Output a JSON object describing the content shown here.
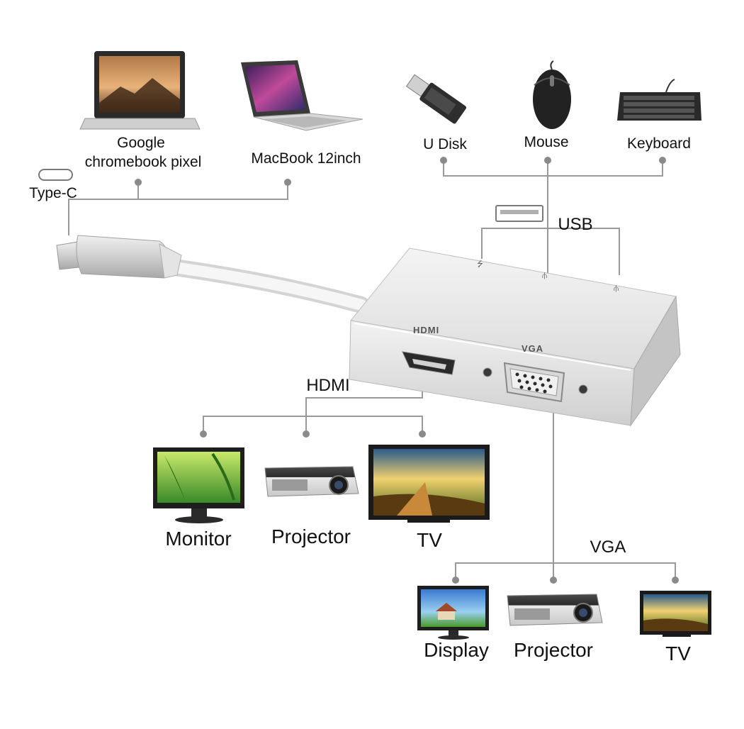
{
  "labels": {
    "typec": "Type-C",
    "chromebook_line1": "Google",
    "chromebook_line2": "chromebook pixel",
    "macbook": "MacBook 12inch",
    "udisk": "U Disk",
    "mouse": "Mouse",
    "keyboard": "Keyboard",
    "usb": "USB",
    "hdmi": "HDMI",
    "vga": "VGA",
    "hdmi_outputs": [
      "Monitor",
      "Projector",
      "TV"
    ],
    "vga_outputs": [
      "Display",
      "Projector",
      "TV"
    ]
  },
  "port_labels": {
    "hdmi": "HDMI",
    "vga": "VGA"
  },
  "icons": {
    "laptop_a": "laptop-icon",
    "laptop_b": "laptop-icon",
    "usb_drive": "usb-drive-icon",
    "mouse": "mouse-icon",
    "keyboard": "keyboard-icon",
    "monitor": "monitor-icon",
    "projector": "projector-icon",
    "tv": "tv-icon",
    "usb_symbol": "usb-symbol-icon"
  },
  "colors": {
    "line": "#9a9a9a",
    "hub_body": "#e6e6e6",
    "hub_edge": "#b8b8b8",
    "screen_green": "#6fbf3a",
    "screen_sky": "#3e7fd0",
    "screen_sunset": "#e8a23a"
  }
}
